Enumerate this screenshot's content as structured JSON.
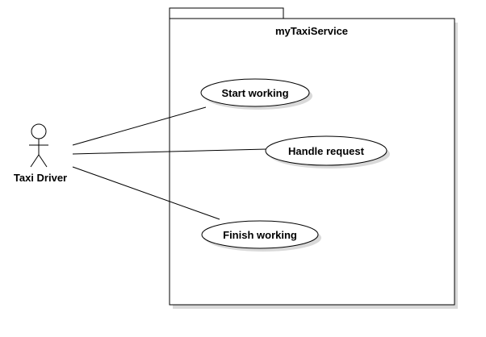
{
  "diagram": {
    "type": "uml-use-case",
    "system": {
      "name": "myTaxiService"
    },
    "actor": {
      "name": "Taxi Driver"
    },
    "use_cases": [
      {
        "label": "Start working"
      },
      {
        "label": "Handle request"
      },
      {
        "label": "Finish working"
      }
    ],
    "associations": [
      {
        "from": "Taxi Driver",
        "to": "Start working"
      },
      {
        "from": "Taxi Driver",
        "to": "Handle request"
      },
      {
        "from": "Taxi Driver",
        "to": "Finish working"
      }
    ],
    "colors": {
      "stroke": "#000000",
      "fill": "#ffffff",
      "shadow": "#d9d9d9"
    }
  }
}
